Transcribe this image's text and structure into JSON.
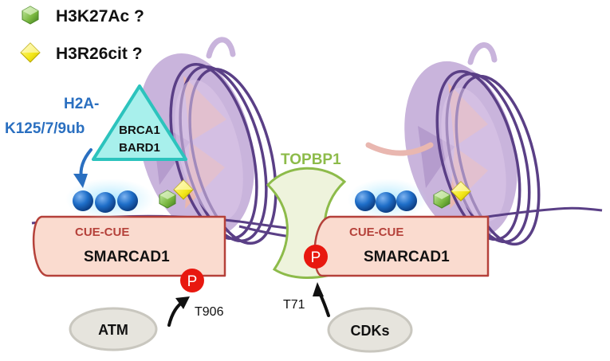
{
  "legend": {
    "acetyl_label": "H3K27Ac ?",
    "citrul_label": "H3R26cit ?"
  },
  "ubiquitin": {
    "label_line1": "H2A-",
    "label_line2": "K125/7/9ub"
  },
  "brca": {
    "line1": "BRCA1",
    "line2": "BARD1"
  },
  "topbp1_label": "TOPBP1",
  "smarcad_left": {
    "domain": "CUE-CUE",
    "name": "SMARCAD1",
    "site": "T906",
    "kinase": "ATM"
  },
  "smarcad_right": {
    "domain": "CUE-CUE",
    "name": "SMARCAD1",
    "site": "T71",
    "kinase": "CDKs"
  },
  "phospho_label": "P",
  "colors": {
    "dna": "#5a3f86",
    "histone": "#c9b4dc",
    "histone_core": "#e9b7b0",
    "smarcad_fill": "#fadbcf",
    "smarcad_border": "#b5413a",
    "phospho": "#e8180f",
    "ubiquitin": "#1e6ec8",
    "brca_fill": "#a8f0ec",
    "brca_border": "#2cc3bd",
    "topbp1_fill": "#eef3dc",
    "topbp1_border": "#8dbb4a",
    "kinase_fill": "#e6e4dd",
    "acetyl": "#7ab840",
    "citrul": "#f4e81a"
  }
}
